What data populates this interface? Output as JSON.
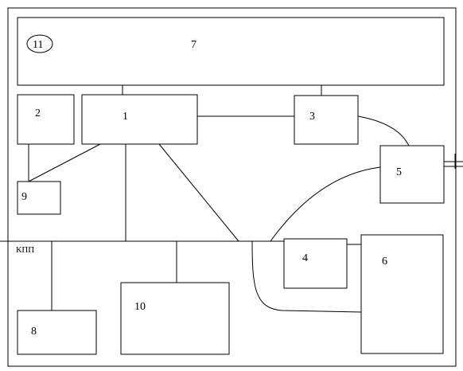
{
  "diagram": {
    "labels": {
      "b1": "1",
      "b2": "2",
      "b3": "3",
      "b4": "4",
      "b5": "5",
      "b6": "6",
      "b7": "7",
      "b8": "8",
      "b9": "9",
      "b10": "10",
      "b11": "11",
      "kpp": "КПП"
    }
  }
}
